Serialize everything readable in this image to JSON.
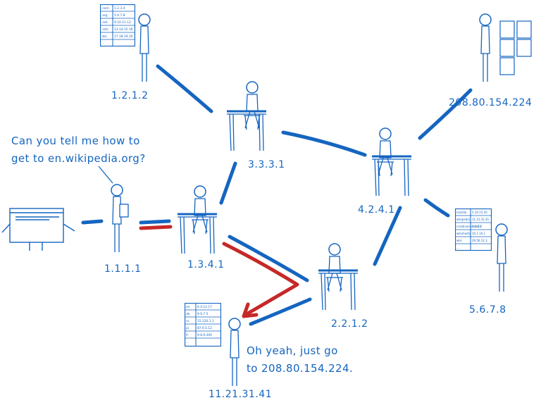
{
  "colors": {
    "ink": "#1565c0",
    "route": "#c62828",
    "background": "#ffffff"
  },
  "nodes": {
    "client": "1.1.1.1",
    "resolver": "1.3.4.1",
    "root_server": "3.3.3.1",
    "tld_server": "4.2.4.1",
    "registry_org": "1.2.1.2",
    "authoritative": "2.2.1.2",
    "web_server": "208.80.154.224",
    "registry_56": "5.6.7.8",
    "wikipedia_ns": "11.21.31.41"
  },
  "speech": {
    "question_line1": "Can you tell me how to",
    "question_line2": "get to en.wikipedia.org?",
    "answer_line1": "Oh yeah, just go",
    "answer_line2": "to 208.80.154.224."
  },
  "tables": {
    "tld_table": {
      "rows": [
        [
          ".com",
          "1.2.3.4"
        ],
        [
          ".org",
          "5.6.7.8"
        ],
        [
          ".net",
          "9.10.11.12"
        ],
        [
          ".info",
          "13.14.15.16"
        ],
        [
          ".biz",
          "17.18.19.20"
        ],
        [
          "...",
          ""
        ]
      ]
    },
    "org_table": {
      "rows": [
        [
          "mozilla",
          "5.10.15.20"
        ],
        [
          "wikipedia",
          "11.21.31.41"
        ],
        [
          "creativecommons",
          "1.3.5.7"
        ],
        [
          "wikimedia",
          "10.1.10.1"
        ],
        [
          "wiki",
          "29.56.12.3"
        ],
        [
          "...",
          ""
        ]
      ]
    },
    "lang_table": {
      "rows": [
        [
          "en",
          "6.4.12.17"
        ],
        [
          "de",
          "9.9.7.5"
        ],
        [
          "ru",
          "15.120.1.1"
        ],
        [
          "ja",
          "87.6.5.12"
        ],
        [
          "fr",
          "9.8.9.200"
        ],
        [
          "...",
          ""
        ]
      ]
    }
  }
}
